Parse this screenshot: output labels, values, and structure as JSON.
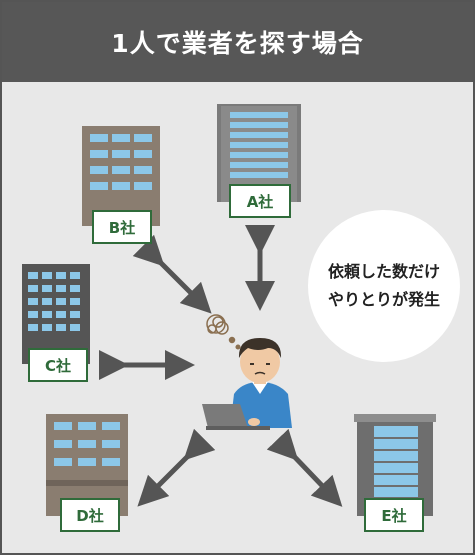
{
  "title": "1人で業者を探す場合",
  "companies": {
    "a": "A社",
    "b": "B社",
    "c": "C社",
    "d": "D社",
    "e": "E社"
  },
  "callout": {
    "line1": "依頼した数だけ",
    "line2": "やりとりが発生"
  },
  "colors": {
    "header_bg": "#575757",
    "panel_bg": "#e8e8e8",
    "label_border": "#2f6b3a",
    "arrow": "#555555",
    "window_blue": "#8cc7e8"
  }
}
